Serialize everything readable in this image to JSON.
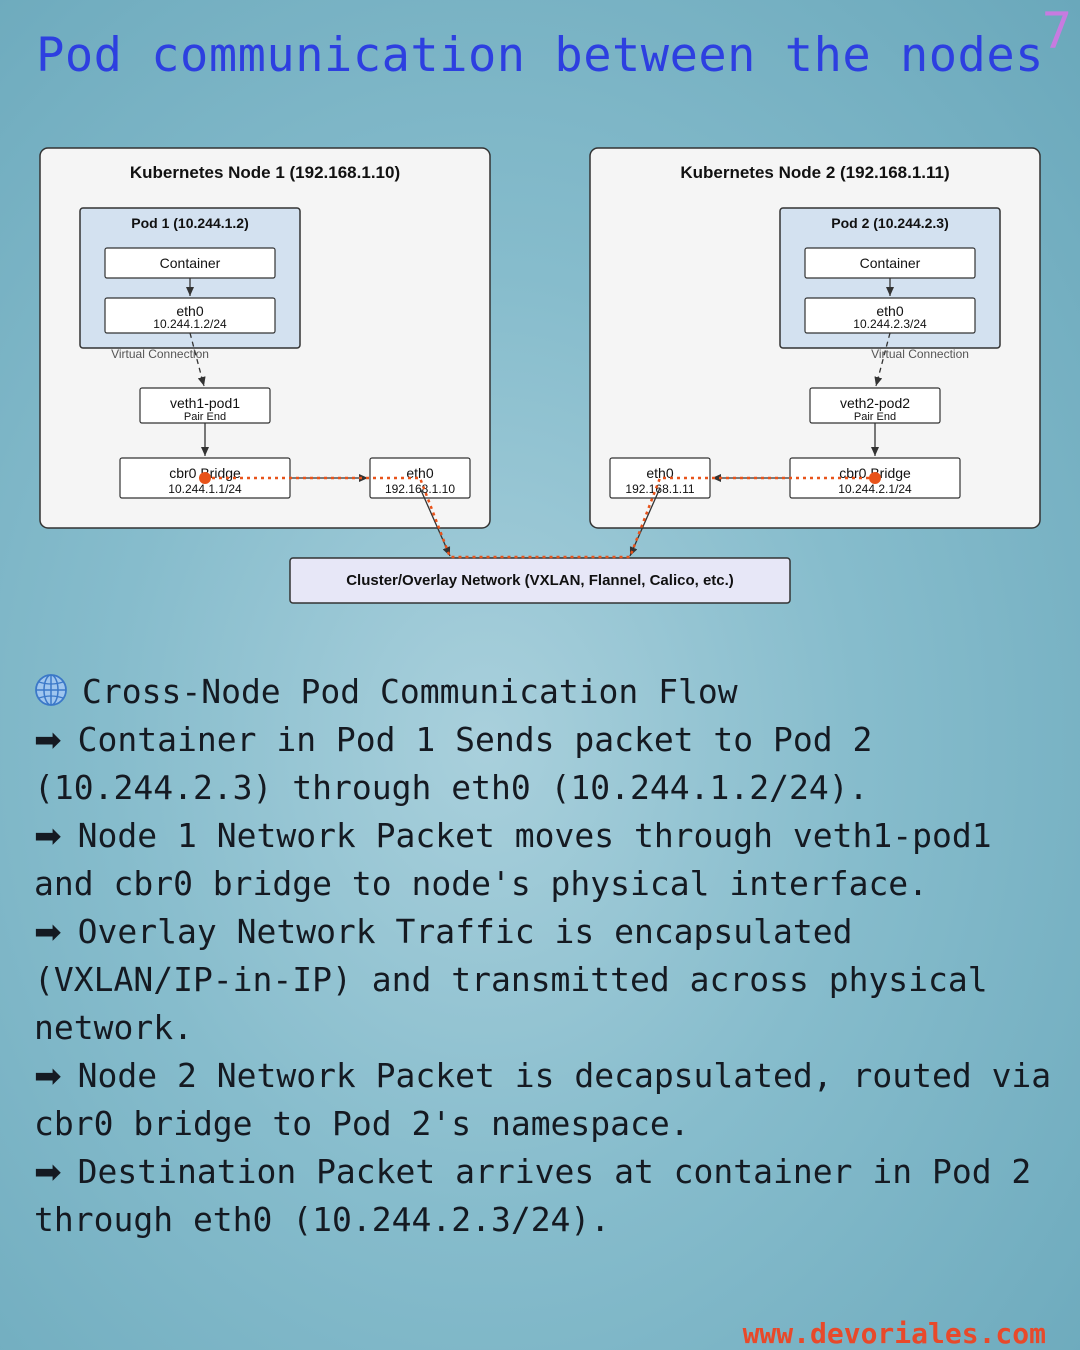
{
  "page_number": "7",
  "title": "Pod communication between the nodes",
  "diagram": {
    "node1": {
      "title": "Kubernetes Node 1 (192.168.1.10)",
      "pod": {
        "title": "Pod 1 (10.244.1.2)",
        "container": "Container",
        "eth0_label": "eth0",
        "eth0_ip": "10.244.1.2/24"
      },
      "virtual_connection": "Virtual Connection",
      "veth": {
        "label": "veth1-pod1",
        "sub": "Pair End"
      },
      "bridge": {
        "label": "cbr0 Bridge",
        "ip": "10.244.1.1/24"
      },
      "eth0": {
        "label": "eth0",
        "ip": "192.168.1.10"
      }
    },
    "node2": {
      "title": "Kubernetes Node 2 (192.168.1.11)",
      "pod": {
        "title": "Pod 2 (10.244.2.3)",
        "container": "Container",
        "eth0_label": "eth0",
        "eth0_ip": "10.244.2.3/24"
      },
      "virtual_connection": "Virtual Connection",
      "veth": {
        "label": "veth2-pod2",
        "sub": "Pair End"
      },
      "bridge": {
        "label": "cbr0 Bridge",
        "ip": "10.244.2.1/24"
      },
      "eth0": {
        "label": "eth0",
        "ip": "192.168.1.11"
      }
    },
    "overlay": "Cluster/Overlay Network (VXLAN, Flannel, Calico, etc.)",
    "colors": {
      "flow": "#e8531a",
      "pod_fill": "#d3e1f0",
      "node_fill": "#f5f5f5",
      "overlay_fill": "#e7e7f7"
    }
  },
  "flow": {
    "heading": "Cross-Node Pod Communication Flow",
    "heading_icon": "globe-icon",
    "step_icon": "right-arrow-icon",
    "steps": [
      "Container in Pod 1 Sends packet to Pod 2 (10.244.2.3) through eth0 (10.244.1.2/24).",
      "Node 1 Network Packet moves through veth1-pod1 and cbr0 bridge to node's physical interface.",
      "Overlay Network Traffic is encapsulated (VXLAN/IP-in-IP) and transmitted across physical network.",
      "Node 2 Network Packet is decapsulated, routed via cbr0 bridge to Pod 2's namespace.",
      "Destination Packet arrives at container in Pod 2 through eth0 (10.244.2.3/24)."
    ]
  },
  "footer": "www.devoriales.com"
}
